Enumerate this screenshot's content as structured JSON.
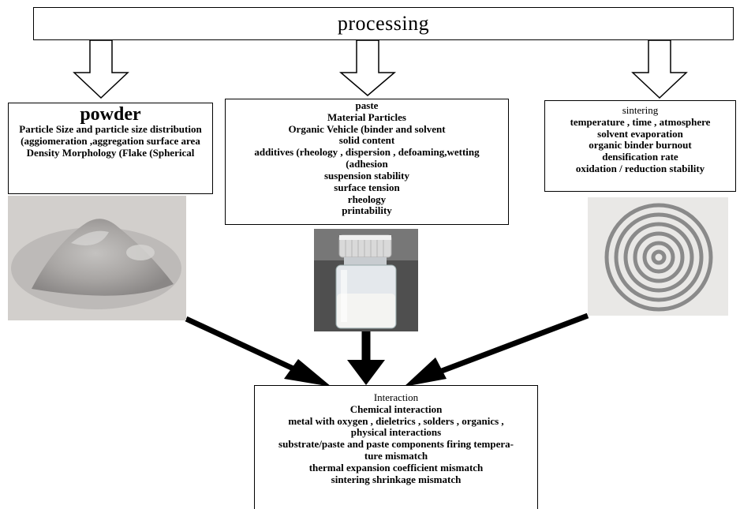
{
  "header": {
    "title": "processing"
  },
  "powder": {
    "title": "powder",
    "text": "Particle Size and particle size distribution (aggiomeration ,aggregation surface area Density Morphology (Flake (Spherical"
  },
  "paste": {
    "lines": [
      "paste",
      "Material Particles",
      "Organic Vehicle (binder and solvent",
      "solid content",
      "additives (rheology , dispersion , defoaming,wetting",
      "(adhesion",
      "suspension stability",
      "surface tension",
      "rheology",
      "printability"
    ]
  },
  "sintering": {
    "lines": [
      "sintering",
      "temperature , time , atmosphere",
      "solvent evaporation",
      "organic binder burnout",
      "densification rate",
      "oxidation / reduction stability"
    ]
  },
  "interaction": {
    "lines": [
      "Interaction",
      "Chemical interaction",
      "metal with oxygen , dieletrics , solders , organics ,",
      "physical interactions",
      "substrate/paste and paste components firing tempera-",
      "ture mismatch",
      "thermal expansion coefficient mismatch",
      "sintering shrinkage mismatch"
    ]
  },
  "colors": {
    "line": "#000000",
    "background": "#ffffff",
    "powder_photo": "#b9b6b3",
    "target_ring": "#8a8a8a"
  },
  "images": {
    "powder": "powder-photo",
    "bottle": "paste-bottle-photo",
    "target": "sintered-concentric-rings-photo"
  }
}
